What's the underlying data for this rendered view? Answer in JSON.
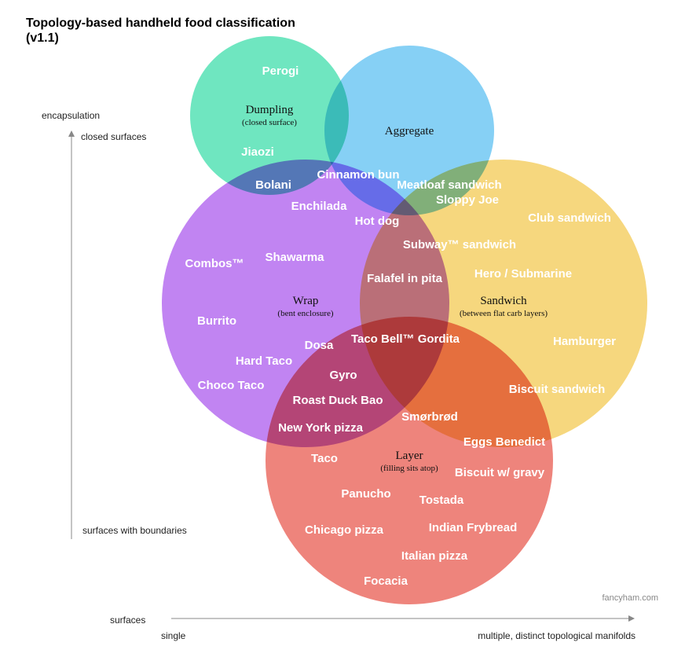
{
  "title": "Topology-based handheld food classification\n(v1.1)",
  "credit": "fancyham.com",
  "axes": {
    "y_title": "encapsulation",
    "y_top": "closed surfaces",
    "y_bottom": "surfaces with boundaries",
    "x_title": "surfaces",
    "x_left": "single",
    "x_right": "multiple, distinct topological manifolds"
  },
  "sets": {
    "dumpling": {
      "name": "Dumpling",
      "sub": "(closed surface)",
      "color": "#6fe6c0"
    },
    "aggregate": {
      "name": "Aggregate",
      "sub": "",
      "color": "#86d0f5"
    },
    "wrap": {
      "name": "Wrap",
      "sub": "(bent enclosure)",
      "color": "#c184f2"
    },
    "sandwich": {
      "name": "Sandwich",
      "sub": "(between flat carb layers)",
      "color": "#f6d77e"
    },
    "layer": {
      "name": "Layer",
      "sub": "(filling sits atop)",
      "color": "#ee847c"
    }
  },
  "foods": {
    "perogi": "Perogi",
    "jiaozi": "Jiaozi",
    "bolani": "Bolani",
    "cinnamon_bun": "Cinnamon bun",
    "meatloaf_sandwich": "Meatloaf sandwich",
    "sloppy_joe": "Sloppy Joe",
    "enchilada": "Enchilada",
    "hot_dog": "Hot dog",
    "club_sandwich": "Club sandwich",
    "combos": "Combos™",
    "shawarma": "Shawarma",
    "subway_sandwich": "Subway™ sandwich",
    "hero_submarine": "Hero / Submarine",
    "falafel_in_pita": "Falafel in pita",
    "burrito": "Burrito",
    "hamburger": "Hamburger",
    "dosa": "Dosa",
    "taco_bell_gordita": "Taco Bell™ Gordita",
    "hard_taco": "Hard Taco",
    "gyro": "Gyro",
    "choco_taco": "Choco Taco",
    "biscuit_sandwich": "Biscuit sandwich",
    "roast_duck_bao": "Roast Duck Bao",
    "smorbrod": "Smørbrød",
    "new_york_pizza": "New York pizza",
    "eggs_benedict": "Eggs Benedict",
    "taco": "Taco",
    "biscuit_w_gravy": "Biscuit w/ gravy",
    "panucho": "Panucho",
    "tostada": "Tostada",
    "chicago_pizza": "Chicago pizza",
    "indian_frybread": "Indian Frybread",
    "italian_pizza": "Italian pizza",
    "focacia": "Focacia"
  }
}
